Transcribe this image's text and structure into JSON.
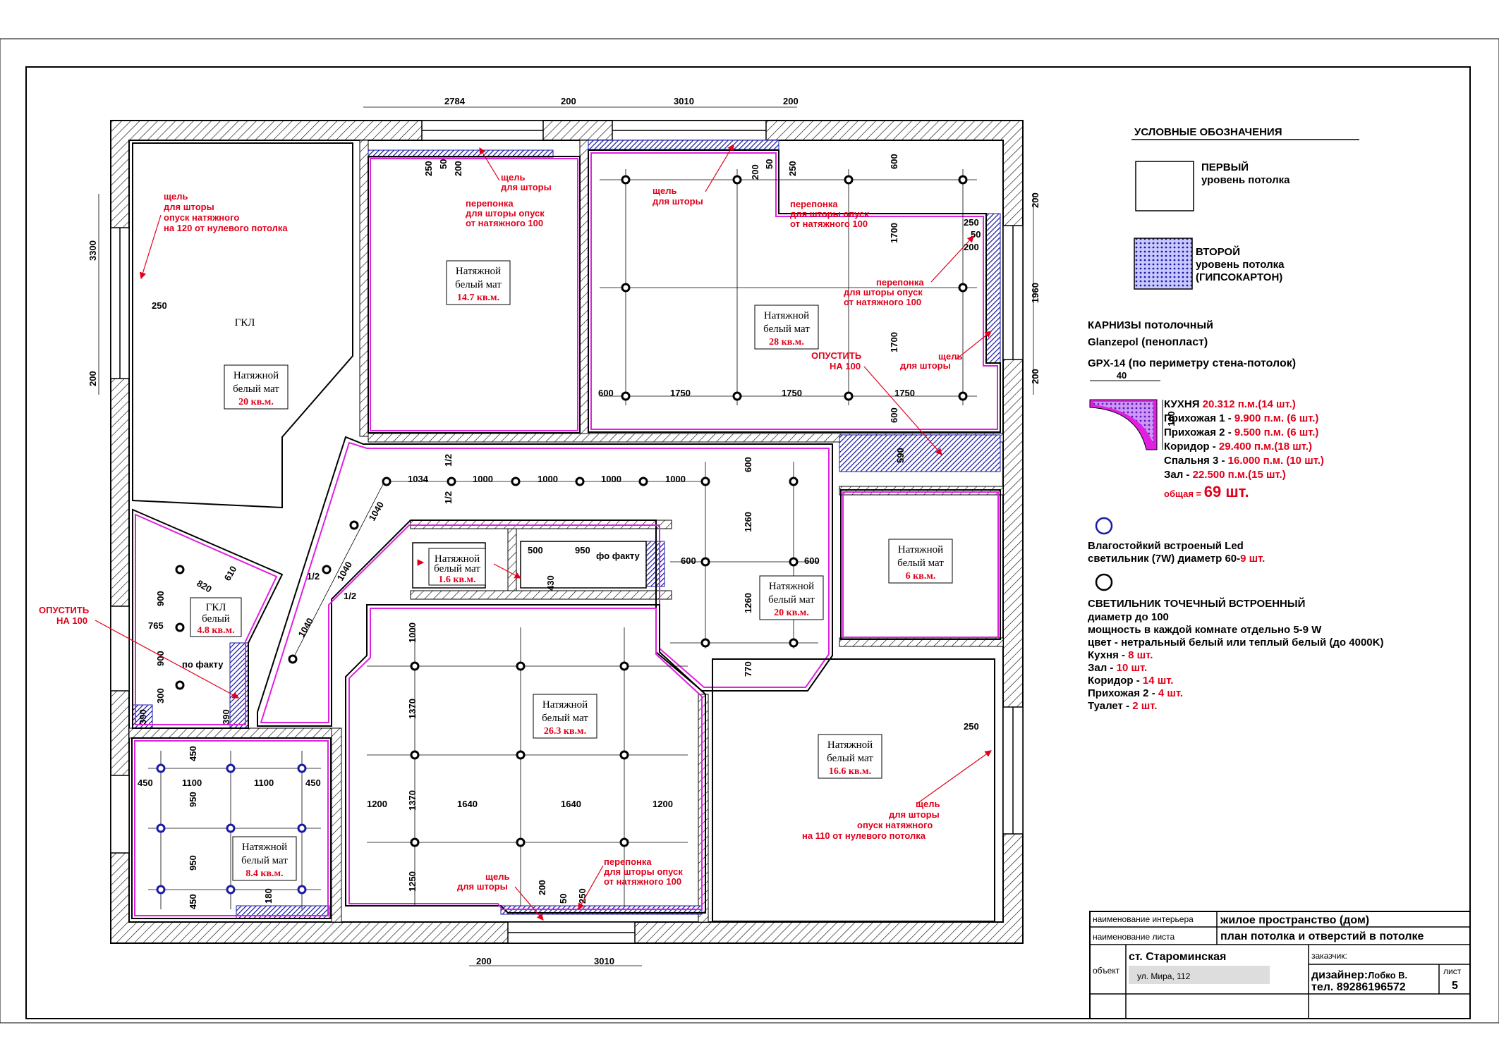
{
  "colors": {
    "wall": "#000",
    "second_level": "#1a1aa8",
    "cornice": "#e020e0",
    "accent_red": "#e0001a"
  },
  "legend": {
    "title": "УСЛОВНЫЕ ОБОЗНАЧЕНИЯ",
    "first_level": [
      "ПЕРВЫЙ",
      "уровень потолка"
    ],
    "second_level": [
      "ВТОРОЙ",
      "уровень потолка",
      "(ГИПСОКАРТОН)"
    ],
    "cornice_head": "КАРНИЗЫ",
    "cornice_head_rest": " потолочный",
    "cornice_brand": "Glanzepol",
    "cornice_brand_rest": " (пенопласт)",
    "cornice_model": "GPX-14",
    "cornice_model_rest": "  (по периметру стена-потолок)",
    "profile_w": "40",
    "profile_h": "100",
    "cornice_list": [
      {
        "name": "КУХНЯ ",
        "value": "20.312 п.м.(14 шт.)"
      },
      {
        "name": "Прихожая 1 - ",
        "value": "9.900 п.м. (6 шт.)"
      },
      {
        "name": "Прихожая 2 - ",
        "value": "9.500 п.м. (6 шт.)"
      },
      {
        "name": "Коридор - ",
        "value": "29.400 п.м.(18 шт.)"
      },
      {
        "name": "Спальня 3 - ",
        "value": "16.000 п.м. (10 шт.)"
      },
      {
        "name": "Зал - ",
        "value": "22.500 п.м.(15 шт.)"
      }
    ],
    "total": "общая = ",
    "total_value": "69 шт.",
    "led": [
      "Влагостойкий встроеный Led",
      "светильник (7W) диаметр 60-"
    ],
    "led_count": "9 шт.",
    "spot_title": "СВЕТИЛЬНИК ТОЧЕЧНЫЙ ВСТРОЕННЫЙ",
    "spot_lines": [
      "диаметр до 100",
      "мощность в каждой комнате отдельно 5-9 W",
      "цвет - нетральный белый или теплый белый (до 4000K)"
    ],
    "spot_counts": [
      {
        "name": "Кухня - ",
        "value": "8 шт."
      },
      {
        "name": "Зал - ",
        "value": "10 шт."
      },
      {
        "name": "Коридор - ",
        "value": "14 шт."
      },
      {
        "name": "Прихожая 2 - ",
        "value": "4 шт."
      },
      {
        "name": "Туалет - ",
        "value": "2 шт."
      }
    ]
  },
  "rooms": [
    {
      "l1": "Натяжной",
      "l2": "белый мат",
      "area": "20 кв.м."
    },
    {
      "l1": "Натяжной",
      "l2": "белый мат",
      "area": "14.7 кв.м."
    },
    {
      "l1": "Натяжной",
      "l2": "белый мат",
      "area": "28 кв.м."
    },
    {
      "l1": "Натяжной",
      "l2": "белый мат",
      "area": "20 кв.м."
    },
    {
      "l1": "Натяжной",
      "l2": "белый мат",
      "area": "6 кв.м."
    },
    {
      "l1": "Натяжной",
      "l2": "белый мат",
      "area": "26.3 кв.м."
    },
    {
      "l1": "Натяжной",
      "l2": "белый мат",
      "area": "16.6 кв.м."
    },
    {
      "l1": "Натяжной",
      "l2": "белый мат",
      "area": "8.4 кв.м."
    },
    {
      "l1": "Натяжной",
      "l2": "белый мат",
      "area": "1.6 кв.м."
    },
    {
      "l1": "ГКЛ",
      "l2": "белый",
      "area": "4.8 кв.м."
    }
  ],
  "gkl_label": "ГКЛ",
  "notes": {
    "slot_120": [
      "щель",
      "для шторы",
      "опуск натяжного",
      "на 120 от нулевого потолка"
    ],
    "slot": [
      "щель",
      "для шторы"
    ],
    "peremychka": [
      "перепонка",
      "для шторы опуск",
      "от натяжного 100"
    ],
    "lower": [
      "ОПУСТИТЬ",
      "НА 100"
    ],
    "slot_110": [
      "щель",
      "для шторы",
      "опуск натяжного",
      "на 110 от нулевого потолка"
    ],
    "po_faktu": "по факту",
    "fo_faktu": "фо факту"
  },
  "dims": {
    "top": [
      "2784",
      "200",
      "3010",
      "200"
    ],
    "bottom": [
      "200",
      "3010"
    ],
    "left": [
      "3300",
      "250",
      "200"
    ],
    "right": [
      "200",
      "1960",
      "200"
    ],
    "misc": [
      "250",
      "50",
      "200",
      "600",
      "1700",
      "1750",
      "590",
      "1034",
      "1000",
      "1/2",
      "1040",
      "600",
      "1260",
      "770",
      "500",
      "950",
      "430",
      "820",
      "610",
      "900",
      "765",
      "300",
      "390",
      "450",
      "1100",
      "1200",
      "1370",
      "1640",
      "1250",
      "180",
      "250",
      "600",
      "600"
    ]
  },
  "title_block": {
    "r1_label": "наименование интерьера",
    "r1_value": "жилое пространство (дом)",
    "r2_label": "наименование листа",
    "r2_value": "план потолка и отверстий в потолке",
    "obj_label": "объект",
    "obj_value": "ст. Староминская",
    "obj_street": "ул. Мира, 112",
    "client": "заказчик:",
    "designer": "дизайнер:",
    "designer_name": "Лобко В.",
    "phone": "тел. 89286196572",
    "sheet": "лист",
    "sheet_no": "5"
  }
}
